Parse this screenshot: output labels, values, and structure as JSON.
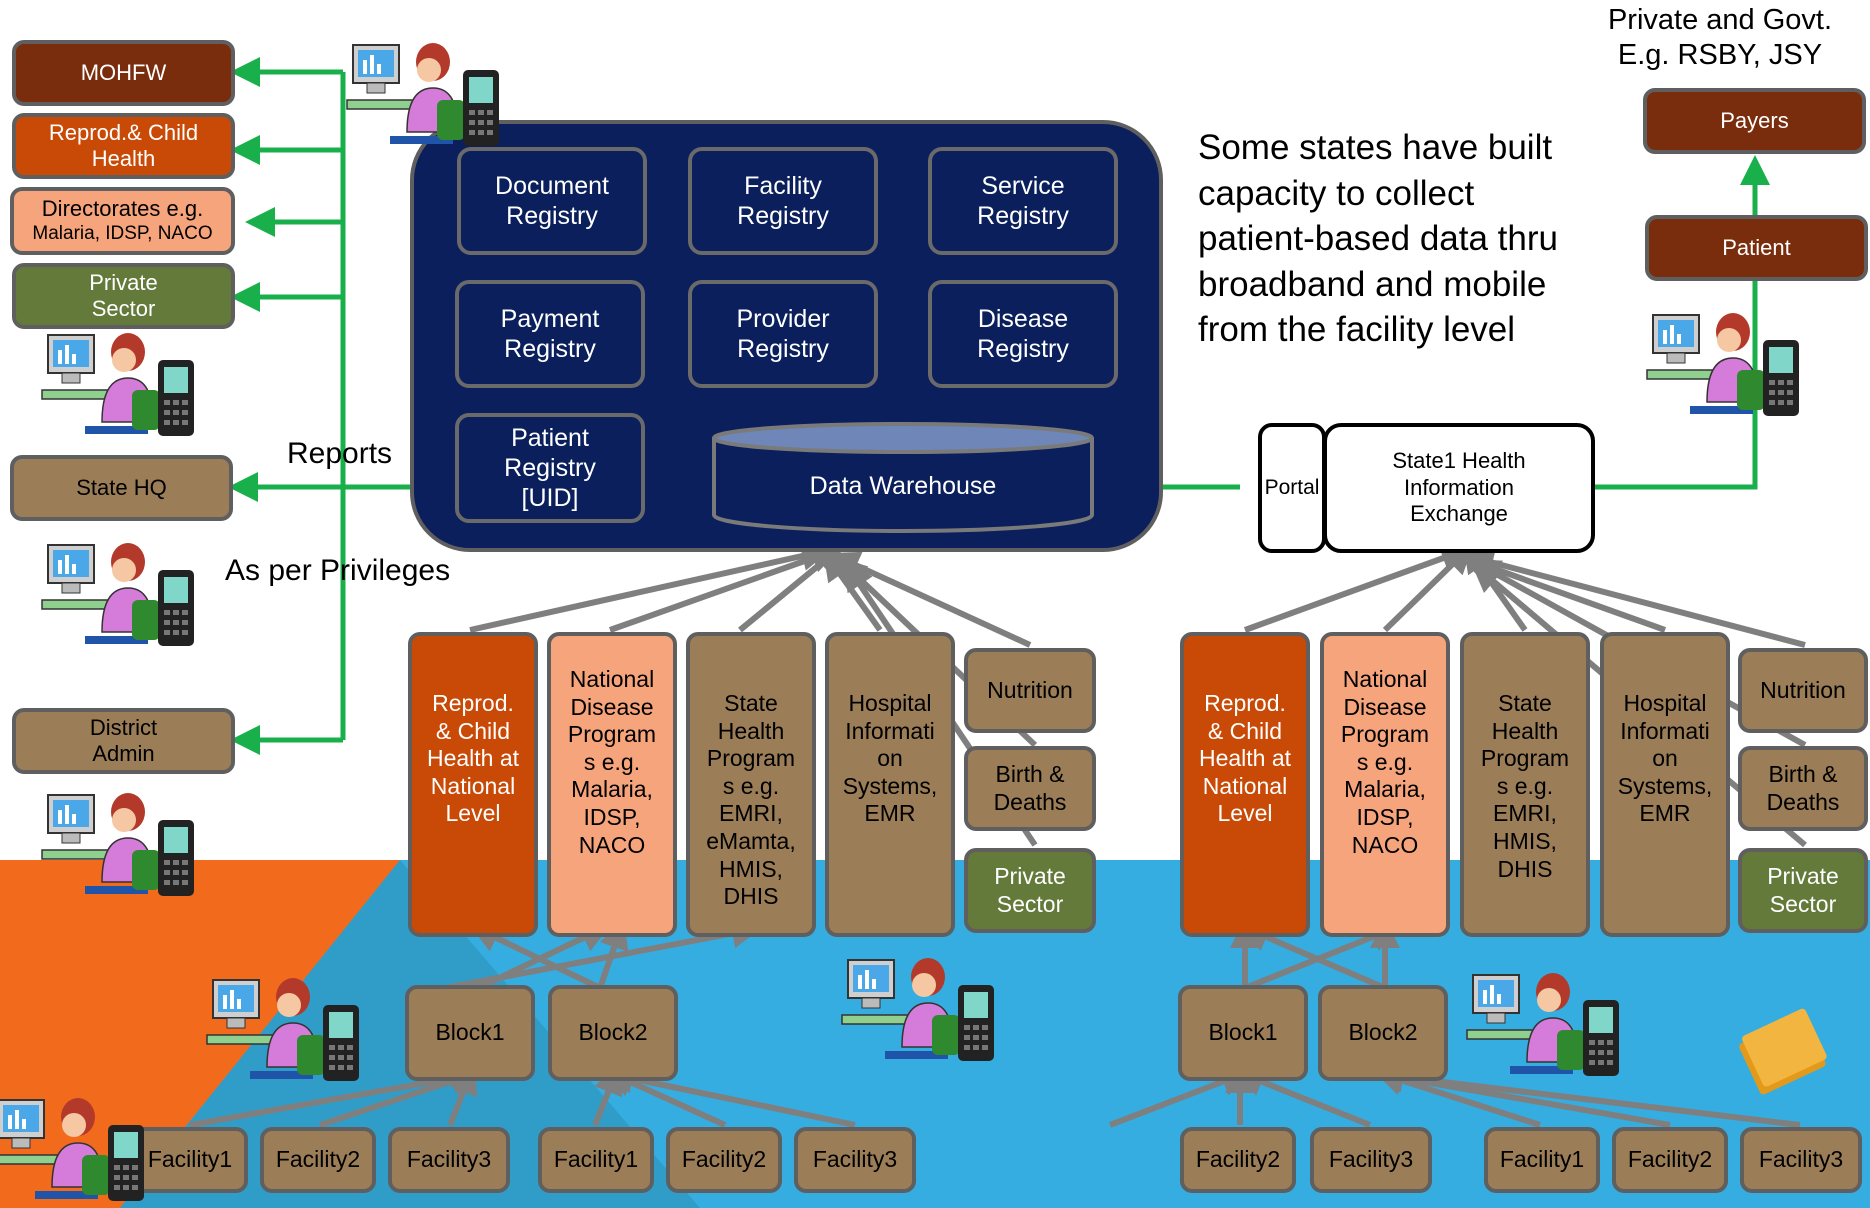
{
  "left_stakeholders": {
    "mohfw": "MOHFW",
    "rch": "Reprod.& Child\nHealth",
    "directorates_line1": "Directorates e.g.",
    "directorates_line2": "Malaria, IDSP, NACO",
    "private_sector": "Private\nSector",
    "state_hq": "State HQ",
    "district_admin": "District\nAdmin"
  },
  "labels": {
    "reports": "Reports",
    "privileges": "As per Privileges",
    "payers_caption": "Private and Govt.\nE.g. RSBY, JSY",
    "note": "Some states have built\ncapacity to collect\npatient-based data thru\nbroadband and mobile\nfrom the facility level"
  },
  "registries": {
    "document": "Document\nRegistry",
    "facility": "Facility\nRegistry",
    "service": "Service\nRegistry",
    "payment": "Payment\nRegistry",
    "provider": "Provider\nRegistry",
    "disease": "Disease\nRegistry",
    "patient": "Patient\nRegistry\n[UID]",
    "warehouse": "Data Warehouse"
  },
  "exchange": {
    "portal": "Portal",
    "hie": "State1 Health\nInformation\nExchange"
  },
  "right_stakeholders": {
    "payers": "Payers",
    "patient": "Patient"
  },
  "programs": {
    "rch": "Reprod.\n& Child\nHealth at\nNational\nLevel",
    "ndp": "National\nDisease\nProgram\ns e.g.\nMalaria,\nIDSP,\nNACO",
    "shp_left": "State\nHealth\nProgram\ns e.g.\nEMRI,\neMamta,\nHMIS,\nDHIS",
    "shp_right": "State\nHealth\nProgram\ns e.g.\nEMRI,\nHMIS,\nDHIS",
    "his": "Hospital\nInformati\non\nSystems,\nEMR",
    "nutrition": "Nutrition",
    "birth": "Birth &\nDeaths",
    "private": "Private\nSector"
  },
  "blocks": {
    "block1": "Block1",
    "block2": "Block2"
  },
  "facilities": {
    "f1": "Facility1",
    "f2": "Facility2",
    "f3": "Facility3"
  },
  "colors": {
    "navy": "#0a1f5c",
    "green_line": "#19b04b",
    "brown": "#9b7d57",
    "dark_brown": "#7a2d0c",
    "orange": "#c94a06",
    "peach": "#f6a47c",
    "olive": "#647a3a",
    "sky": "#35ade0",
    "accent_orange": "#f26b1d"
  },
  "icons": [
    "computer-user-icon",
    "mobile-phone-icon",
    "folder-icon"
  ]
}
